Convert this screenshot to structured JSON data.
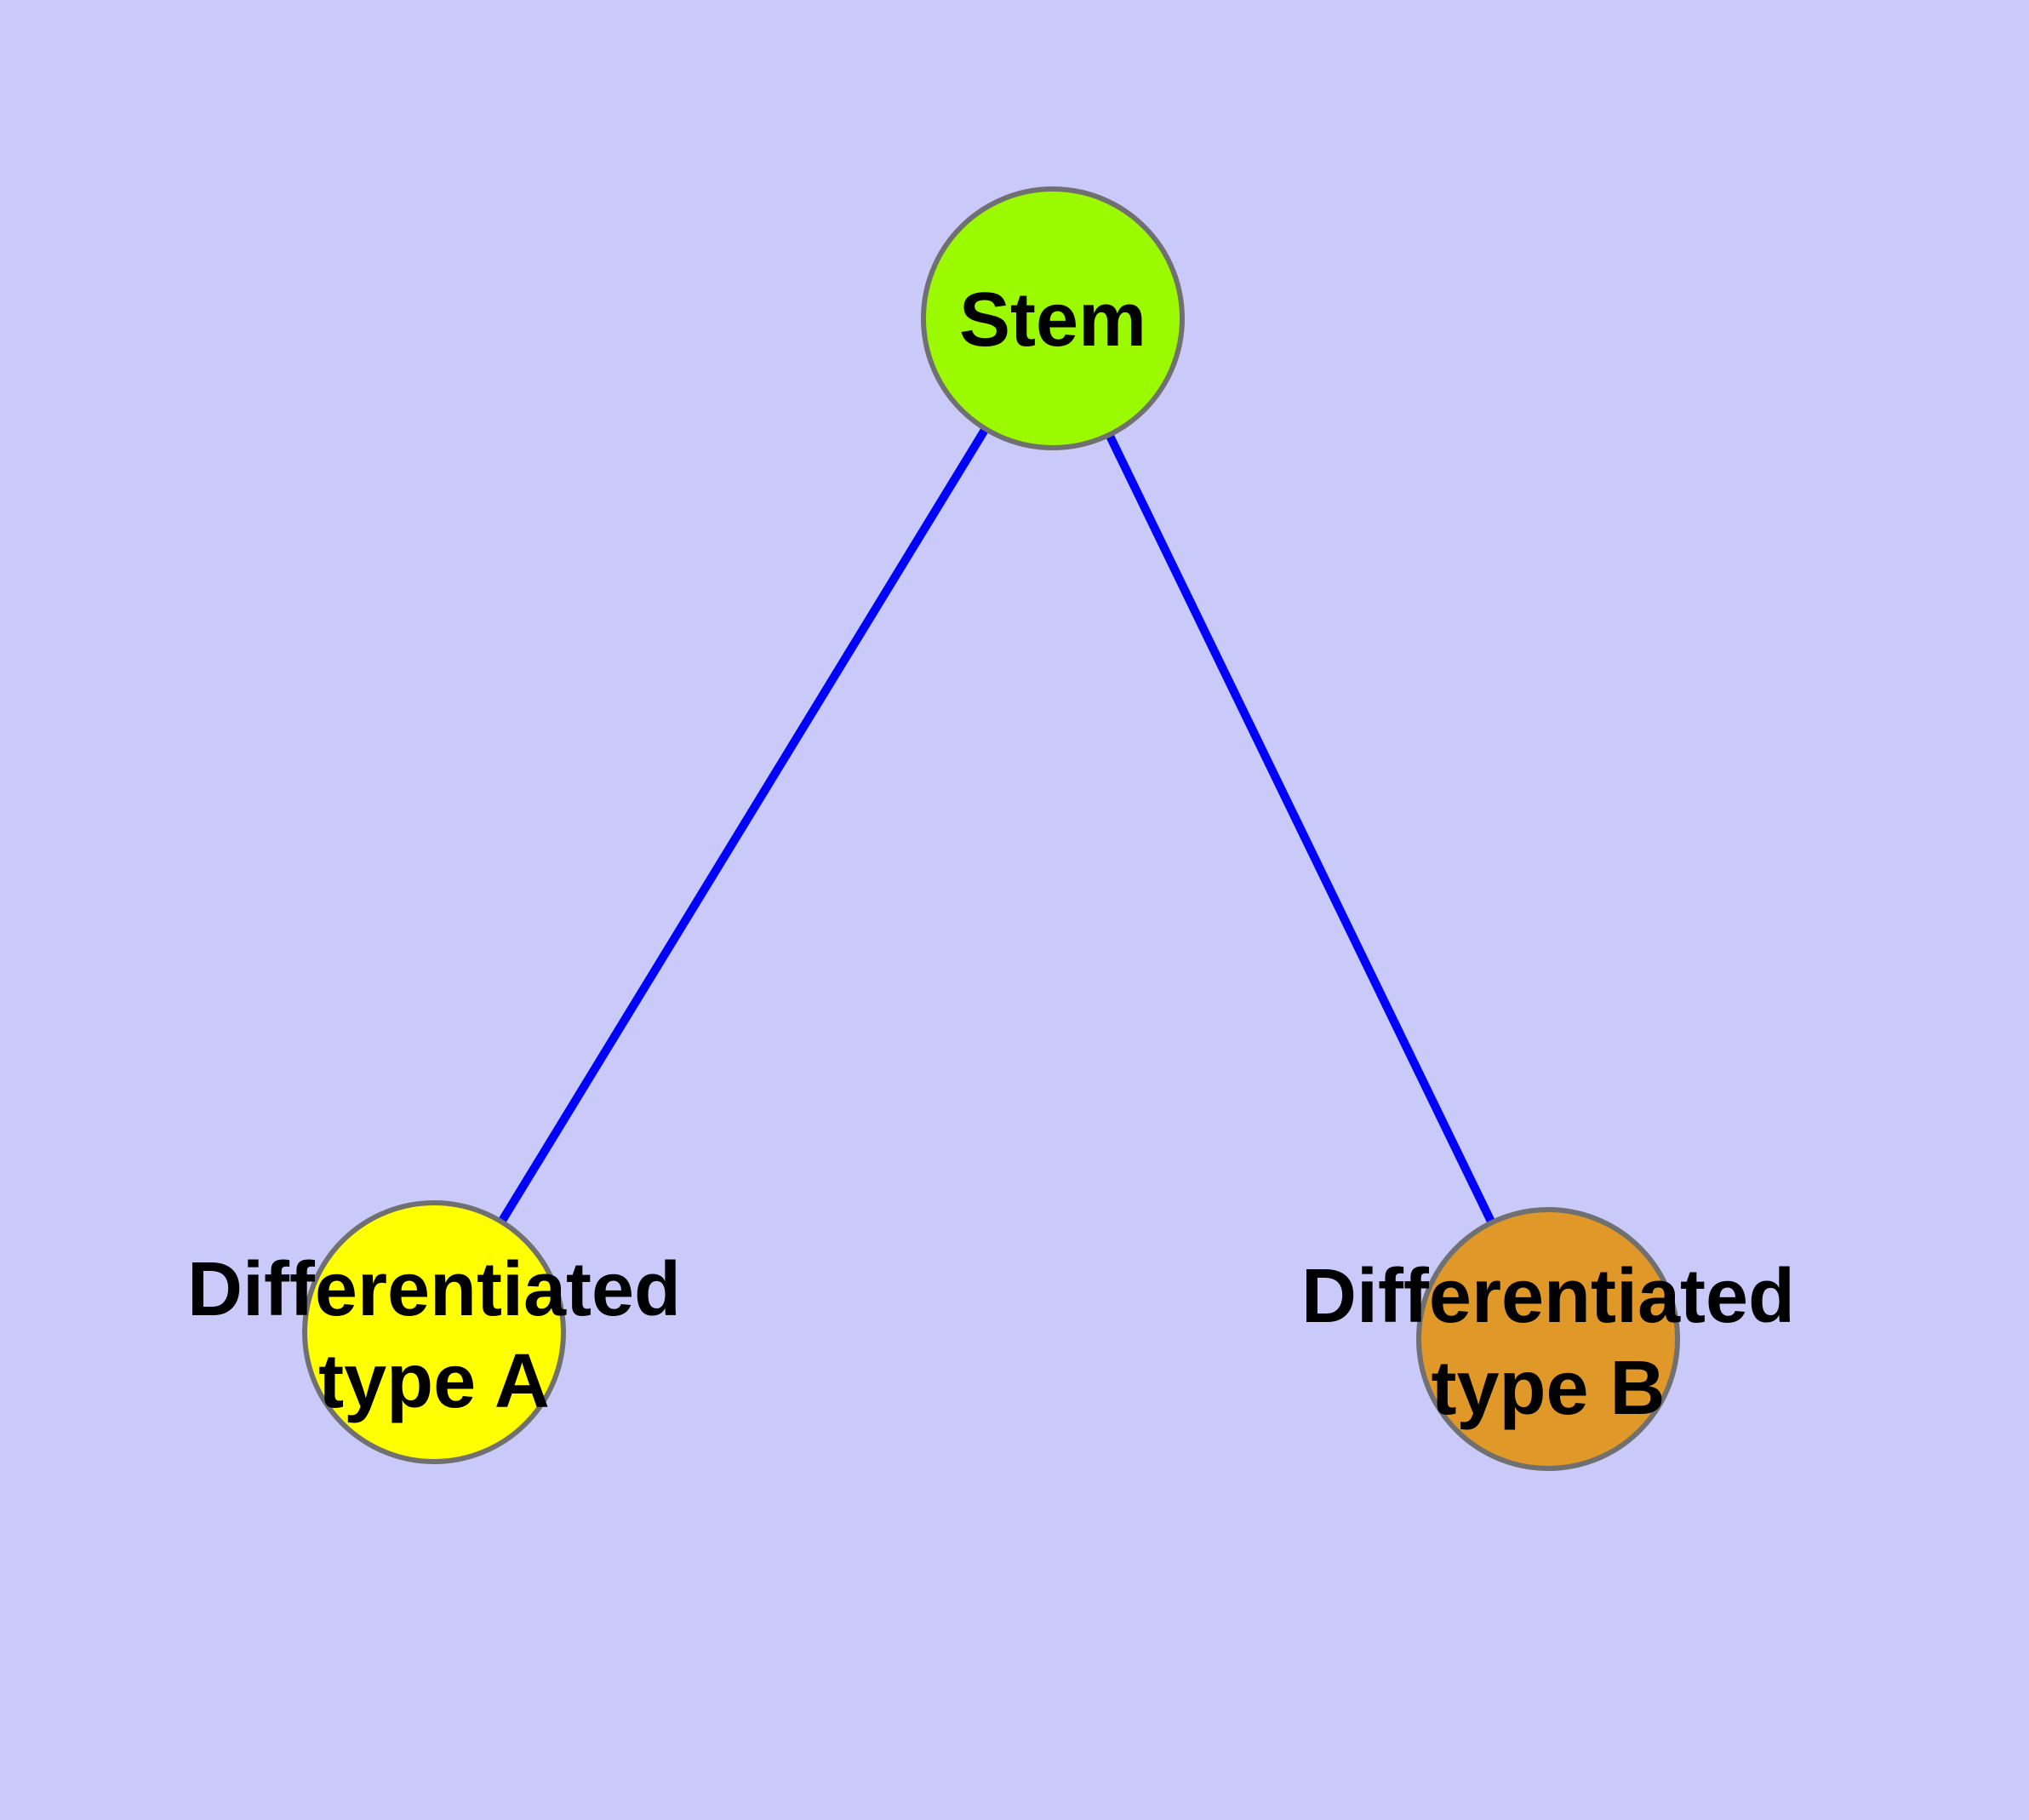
{
  "colors": {
    "background": "#CACAFA",
    "edge": "#0000FF",
    "node_border": "#707070",
    "label_text": "#000000"
  },
  "nodes": {
    "stem": {
      "label": "Stem",
      "fill": "#9BFA00"
    },
    "type_a": {
      "label_line1": "Differentiated",
      "label_line2": "type A",
      "fill": "#FFFF00"
    },
    "type_b": {
      "label_line1": "Differentiated",
      "label_line2": "type B",
      "fill": "#E09828"
    }
  },
  "edges": [
    {
      "from": "Stem",
      "to": "Differentiated type A"
    },
    {
      "from": "Stem",
      "to": "Differentiated type B"
    }
  ]
}
